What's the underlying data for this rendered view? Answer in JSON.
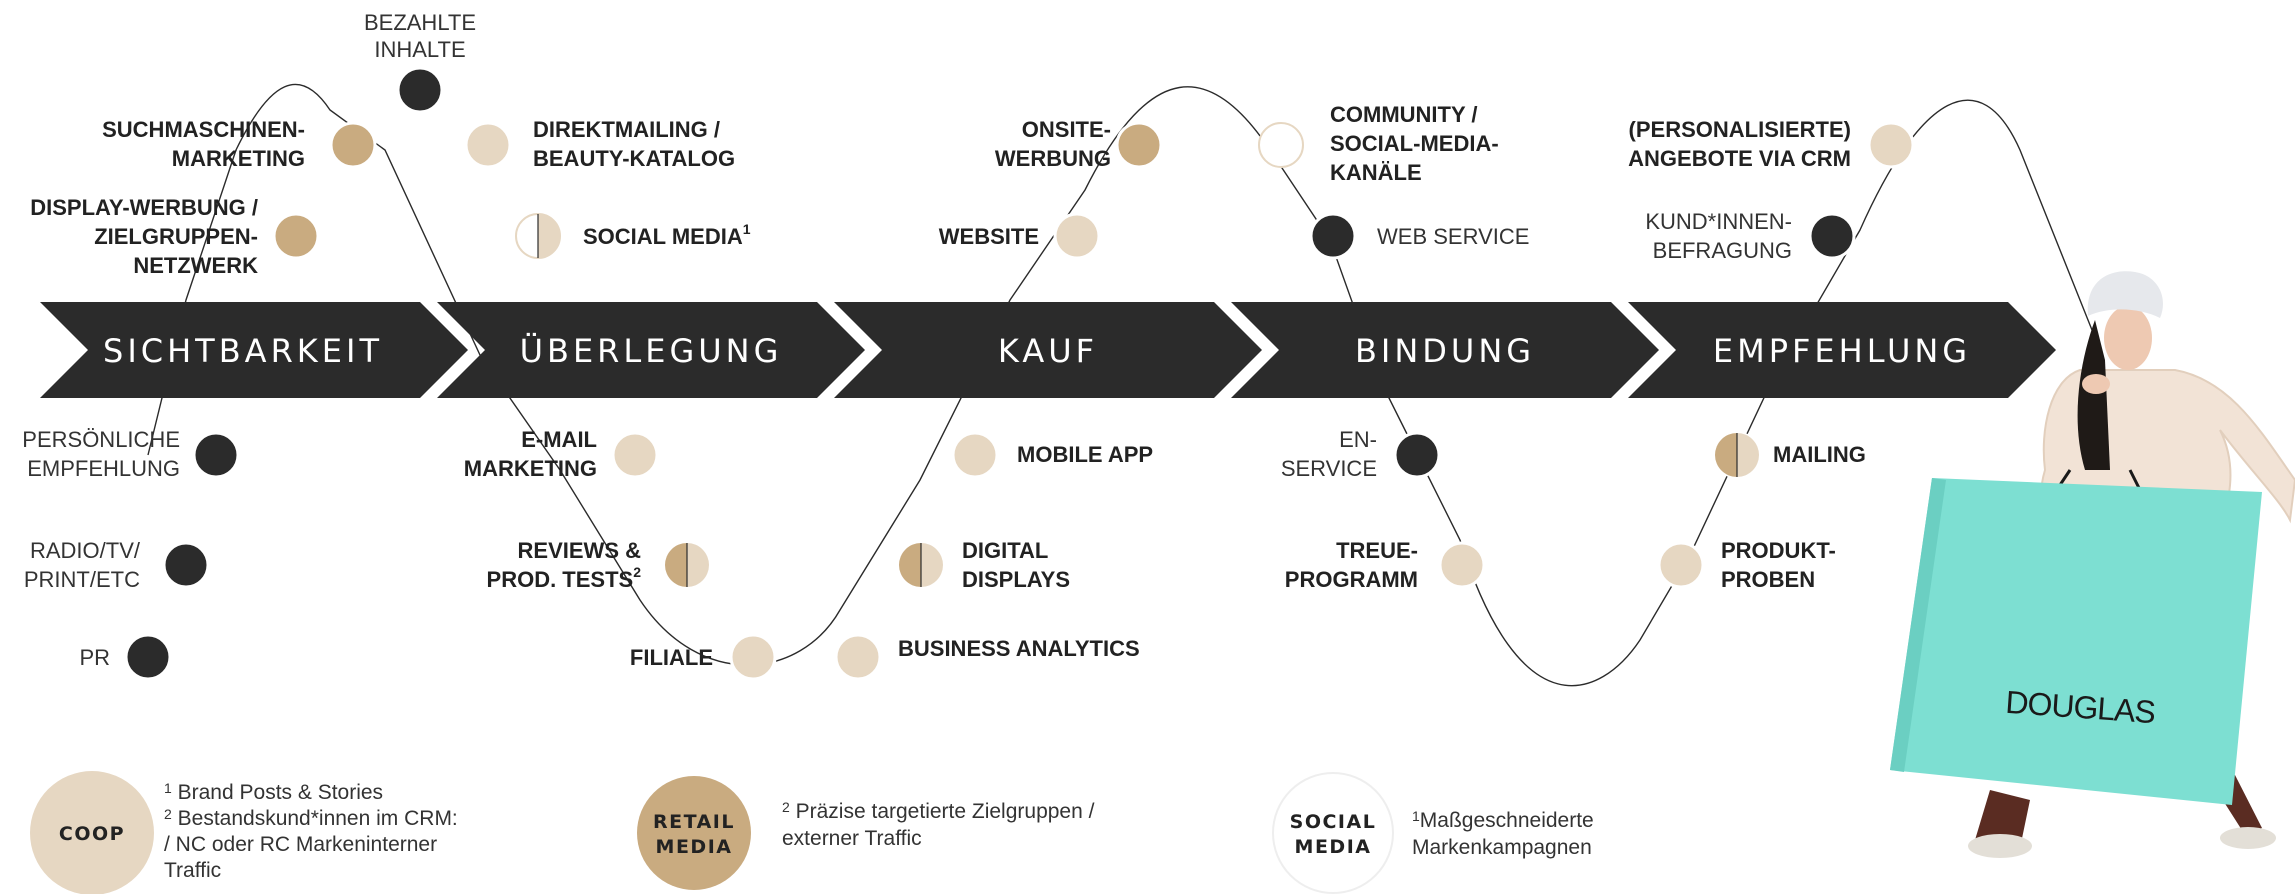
{
  "colors": {
    "arrow": "#2b2b2b",
    "dark": "#2b2b2b",
    "gold": "#c9ab80",
    "beige": "#e6d7c2",
    "white": "#ffffff",
    "bag": "#7ddfd2"
  },
  "stages": [
    "SICHTBARKEIT",
    "ÜBERLEGUNG",
    "KAUF",
    "BINDUNG",
    "EMPFEHLUNG"
  ],
  "touchpoints": {
    "bezahlte_inhalte": [
      "BEZAHLTE",
      "INHALTE"
    ],
    "suchmaschinen": [
      "SUCHMASCHINEN-",
      "MARKETING"
    ],
    "display": [
      "DISPLAY-WERBUNG /",
      "ZIELGRUPPEN-",
      "NETZWERK"
    ],
    "direktmailing": [
      "DIREKTMAILING /",
      "BEAUTY-KATALOG"
    ],
    "social_media": "SOCIAL MEDIA",
    "social_media_sup": "1",
    "onsite": [
      "ONSITE-",
      "WERBUNG"
    ],
    "website": "WEBSITE",
    "community": [
      "COMMUNITY /",
      "SOCIAL-MEDIA-",
      "KANÄLE"
    ],
    "web_service": "WEB SERVICE",
    "personalisierte": [
      "(PERSONALISIERTE)",
      "ANGEBOTE VIA CRM"
    ],
    "befragung": [
      "KUND*INNEN-",
      "BEFRAGUNG"
    ],
    "persoenliche": [
      "PERSÖNLICHE",
      "EMPFEHLUNG"
    ],
    "radio": [
      "RADIO/TV/",
      "PRINT/ETC"
    ],
    "pr": "PR",
    "email": [
      "E-MAIL",
      "MARKETING"
    ],
    "reviews": [
      "REVIEWS &",
      "PROD. TESTS"
    ],
    "reviews_sup": "2",
    "filiale": "FILIALE",
    "mobile_app": "MOBILE APP",
    "digital_displays": [
      "DIGITAL",
      "DISPLAYS"
    ],
    "business_analytics": "BUSINESS ANALYTICS",
    "en_service": [
      "EN-",
      "SERVICE"
    ],
    "treue": [
      "TREUE-",
      "PROGRAMM"
    ],
    "mailing": "MAILING",
    "produkt": [
      "PRODUKT-",
      "PROBEN"
    ]
  },
  "legend": {
    "coop": {
      "label": "COOP",
      "lines": [
        {
          "sup": "1",
          "text": " Brand Posts & Stories"
        },
        {
          "sup": "2",
          "text": " Bestandskund*innen im CRM:"
        },
        {
          "sup": "",
          "text": "/ NC oder RC Markeninterner"
        },
        {
          "sup": "",
          "text": "Traffic"
        }
      ]
    },
    "retail_media": {
      "label": [
        "RETAIL",
        "MEDIA"
      ],
      "lines": [
        {
          "sup": "2",
          "text": " Präzise targetierte Zielgruppen /"
        },
        {
          "sup": "",
          "text": "externer Traffic"
        }
      ]
    },
    "social_media": {
      "label": [
        "SOCIAL",
        "MEDIA"
      ],
      "lines": [
        {
          "sup": "1",
          "text": "Maßgeschneiderte"
        },
        {
          "sup": "",
          "text": "Markenkampagnen"
        }
      ]
    }
  },
  "bag_brand": "DOUGLAS"
}
